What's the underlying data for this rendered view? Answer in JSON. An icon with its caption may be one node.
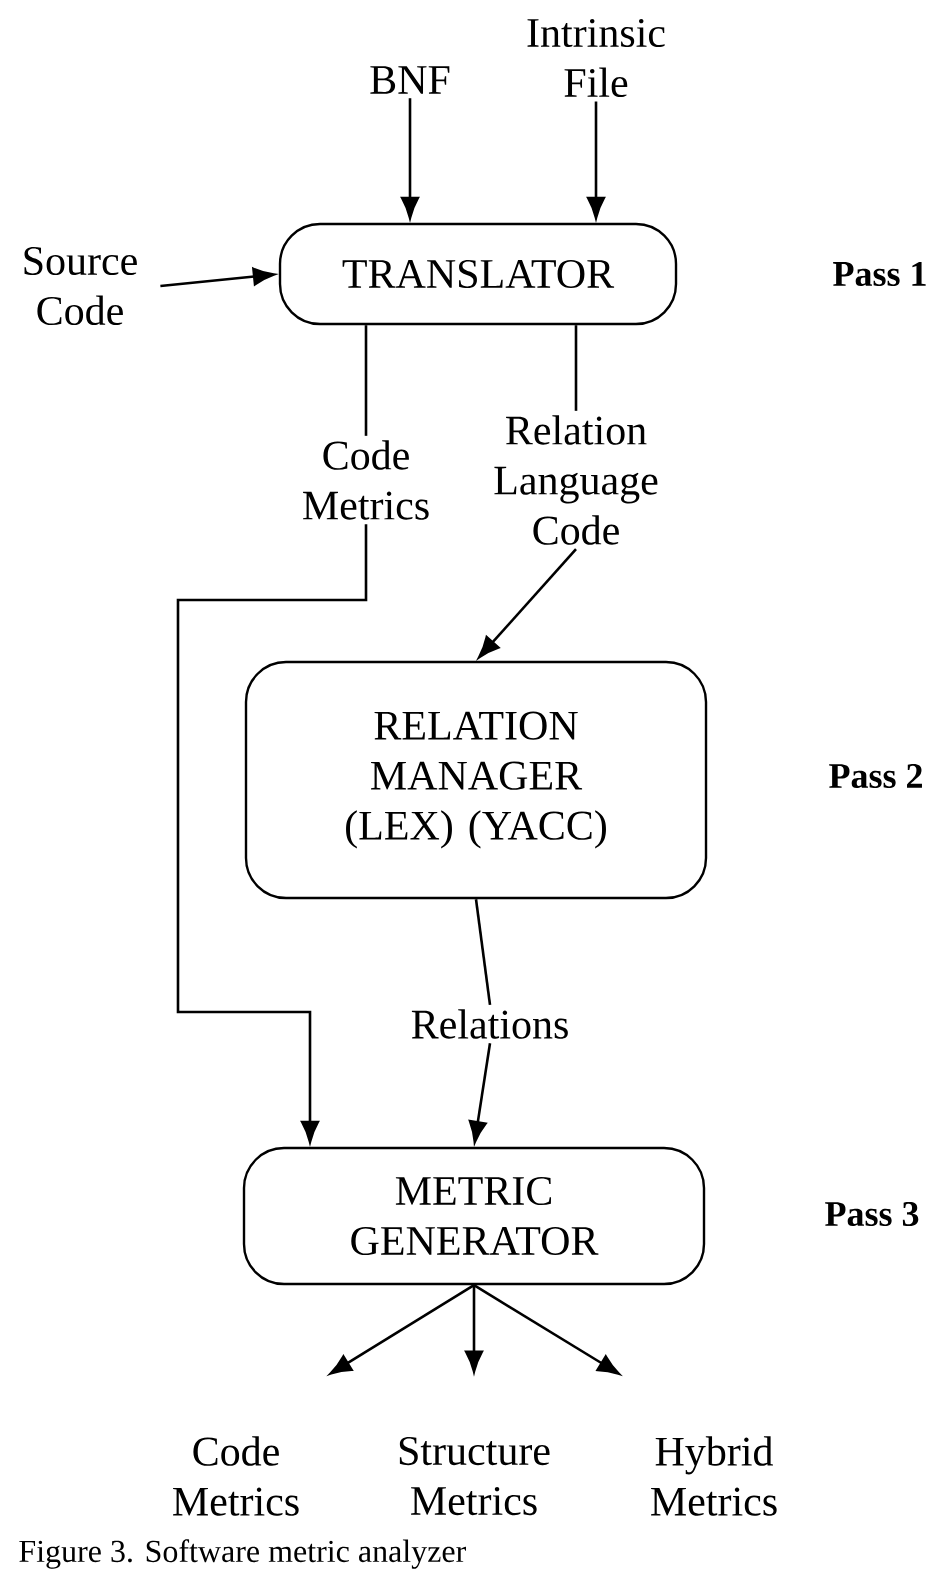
{
  "diagram": {
    "caption": "Figure 3. Software metric analyzer",
    "nodes": [
      {
        "text": [
          "BNF"
        ]
      },
      {
        "text": [
          "Intrinsic File"
        ]
      },
      {
        "text": [
          "Source Code"
        ]
      },
      {
        "text": [
          "TRANSLATOR"
        ]
      },
      {
        "text": [
          "Code Metrics"
        ]
      },
      {
        "text": [
          "Relation Language Code"
        ]
      },
      {
        "text": [
          "RELATION MANAGER (LEX) (YACC)"
        ]
      },
      {
        "text": [
          "Relations"
        ]
      },
      {
        "text": [
          "METRIC GENERATOR"
        ]
      },
      {
        "text": [
          "Code Metrics"
        ]
      },
      {
        "text": [
          "Structure Metrics"
        ]
      },
      {
        "text": [
          "Hybrid Metrics"
        ]
      }
    ],
    "edges": [
      {
        "from": 0,
        "to": 3,
        "arrow": "to"
      },
      {
        "from": 1,
        "to": 3,
        "arrow": "to"
      },
      {
        "from": 2,
        "to": 3,
        "arrow": "to"
      },
      {
        "from": 3,
        "to": 4,
        "arrow": "none"
      },
      {
        "from": 3,
        "to": 5,
        "arrow": "none"
      },
      {
        "from": 5,
        "to": 6,
        "arrow": "to"
      },
      {
        "from": 4,
        "to": 8,
        "arrow": "to"
      },
      {
        "from": 6,
        "to": 7,
        "arrow": "none"
      },
      {
        "from": 7,
        "to": 8,
        "arrow": "to"
      },
      {
        "from": 8,
        "to": 9,
        "arrow": "to"
      },
      {
        "from": 8,
        "to": 10,
        "arrow": "to"
      },
      {
        "from": 8,
        "to": 11,
        "arrow": "to"
      }
    ],
    "labels": [
      "Pass 1",
      "Pass 2",
      "Pass 3"
    ]
  }
}
